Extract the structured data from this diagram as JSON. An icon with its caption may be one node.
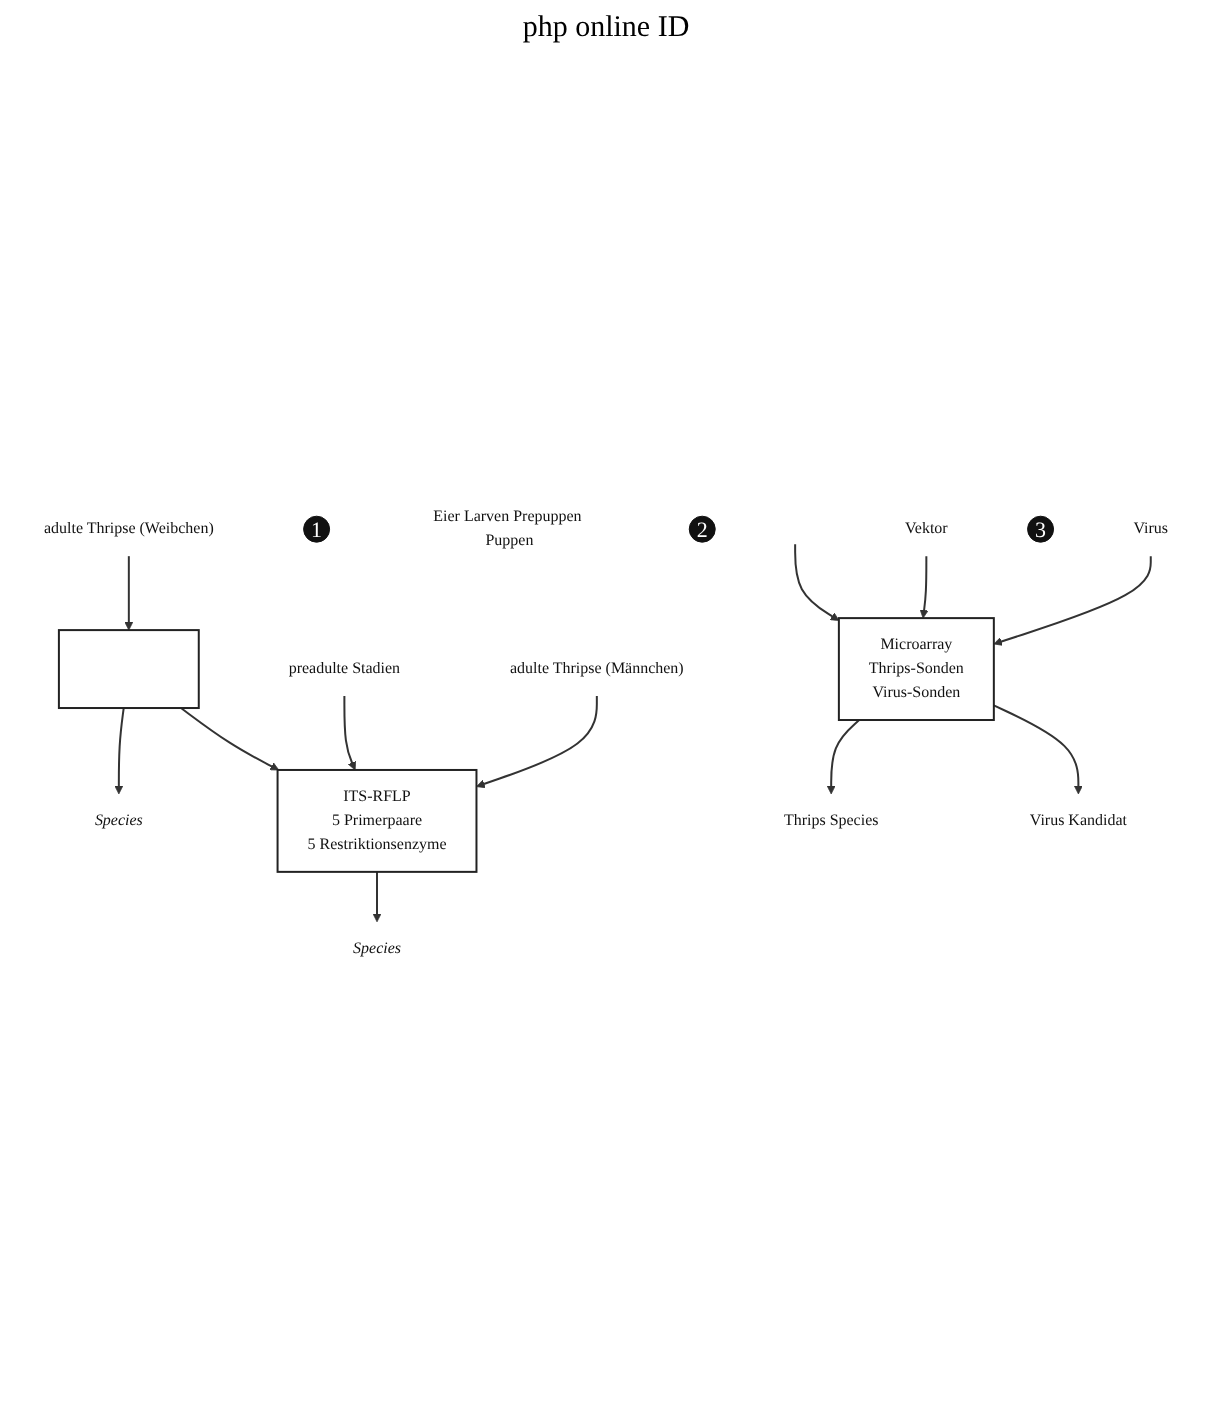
{
  "diagram": {
    "nodes": [
      {
        "text": [
          "adulte Thripse (Weibchen)"
        ]
      },
      {
        "text": [
          "1"
        ]
      },
      {
        "text": [],
        "shape": "box"
      },
      {
        "text": [
          "Species"
        ]
      },
      {
        "text": [
          "preadulte Stadien"
        ]
      },
      {
        "text": [
          "adulte Thripse (Männchen)"
        ]
      },
      {
        "text": [
          "Eier Larven Prepuppen Puppen"
        ]
      },
      {
        "text": [
          "2"
        ]
      },
      {
        "text": [
          "ITS-RFLP",
          "5 Primerpaare",
          "5 Restriktionsenzyme"
        ]
      },
      {
        "text": [
          "Species"
        ]
      },
      {
        "text": [
          "Vektor"
        ]
      },
      {
        "text": [
          "Microarray",
          "Thrips-Sonden",
          "Virus-Sonden"
        ]
      },
      {
        "text": [
          "Virus"
        ]
      },
      {
        "text": [
          "3"
        ]
      },
      {
        "text": [
          "Thrips Species"
        ]
      },
      {
        "text": [
          "Virus Kandidat"
        ]
      }
    ],
    "edges": [
      {
        "from": 0,
        "to": 2,
        "arrow": "to"
      },
      {
        "from": 2,
        "to": 3,
        "arrow": "to"
      },
      {
        "from": 2,
        "to": 8,
        "arrow": "to"
      },
      {
        "from": 4,
        "to": 8,
        "arrow": "to"
      },
      {
        "from": 5,
        "to": 8,
        "arrow": "to"
      },
      {
        "from": 8,
        "to": 9,
        "arrow": "to"
      },
      {
        "from": null,
        "to": 11,
        "arrow": "to"
      },
      {
        "from": 10,
        "to": 11,
        "arrow": "to"
      },
      {
        "from": 12,
        "to": 11,
        "arrow": "to"
      },
      {
        "from": 11,
        "to": 14,
        "arrow": "to"
      },
      {
        "from": 11,
        "to": 15,
        "arrow": "to"
      }
    ],
    "labels": [
      "php online ID"
    ]
  }
}
